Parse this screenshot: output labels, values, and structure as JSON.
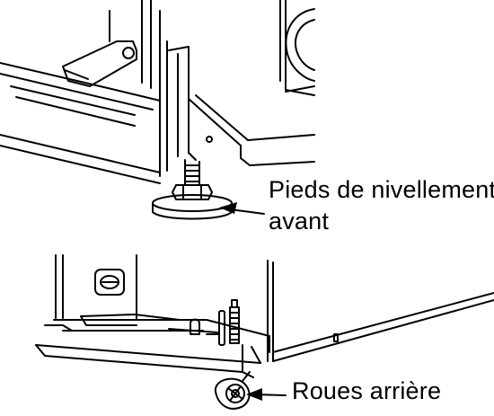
{
  "labels": {
    "front_leveling_line1": "Pieds de nivellement",
    "front_leveling_line2": "avant",
    "rear_wheels": "Roues arrière"
  },
  "colors": {
    "ink": "#000000",
    "background": "#ffffff"
  }
}
